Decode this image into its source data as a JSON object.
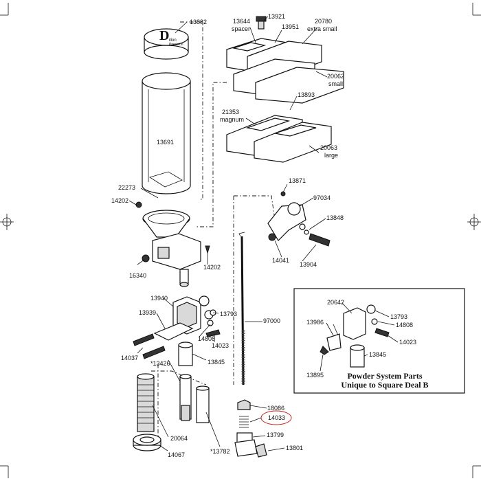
{
  "parts": {
    "p13882": "13882",
    "p13691": "13691",
    "p22273": "22273",
    "p14202a": "14202",
    "p14202b": "14202",
    "p16340": "16340",
    "p13940": "13940",
    "p13939": "13939",
    "p13793": "13793",
    "p14808": "14808",
    "p14023": "14023",
    "p14037": "14037",
    "p13426": "*13426",
    "p13845": "13845",
    "p20064": "20064",
    "p13782": "*13782",
    "p14067": "14067",
    "p13644": "13644",
    "spacer": "spacer",
    "p13921": "13921",
    "p13951": "13951",
    "p20780": "20780",
    "extra_small": "extra small",
    "p20062": "20062",
    "small": "small",
    "p13893": "13893",
    "p21353": "21353",
    "magnum": "magnum",
    "p20063": "20063",
    "large": "large",
    "p13871": "13871",
    "p97034": "97034",
    "p13848": "13848",
    "p14041": "14041",
    "p13904": "13904",
    "p97000": "97000",
    "p18086": "18086",
    "p14033": "14033",
    "p13799": "13799",
    "p13801": "13801"
  },
  "logo": {
    "line1": "illon",
    "line2": "Precision"
  },
  "inset": {
    "p20642": "20642",
    "p13793": "13793",
    "p13986": "13986",
    "p14808": "14808",
    "p14023": "14023",
    "p13845": "13845",
    "p13895": "13895",
    "title_line1": "Powder System Parts",
    "title_line2": "Unique to Square Deal B"
  },
  "highlight_color": "#cc2222"
}
